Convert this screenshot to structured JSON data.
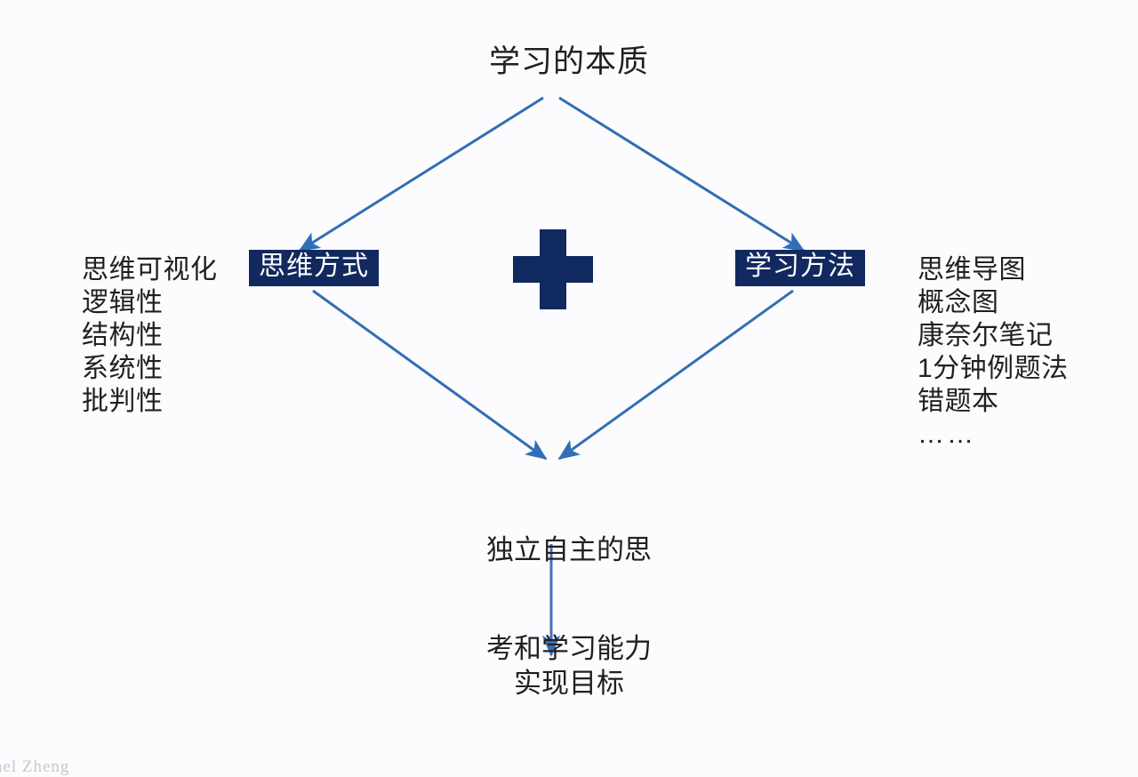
{
  "diagram": {
    "title": "学习的本质",
    "center_symbol": "plus-sign",
    "left_chip": "思维方式",
    "right_chip": "学习方法",
    "left_list": [
      "思维可视化",
      "逻辑性",
      "结构性",
      "系统性",
      "批判性"
    ],
    "right_list": [
      "思维导图",
      "概念图",
      "康奈尔笔记",
      "1分钟例题法",
      "错题本",
      "……"
    ],
    "outcome_line1": "独立自主的思",
    "outcome_line2": "考和学习能力",
    "goal": "实现目标",
    "watermark": "ael Zheng"
  },
  "colors": {
    "background": "#fcfbfd",
    "chip_fill": "#11295e",
    "chip_text": "#ffffff",
    "plus_fill": "#10295e",
    "arrow": "#2f6fb5",
    "text": "#231f20"
  }
}
